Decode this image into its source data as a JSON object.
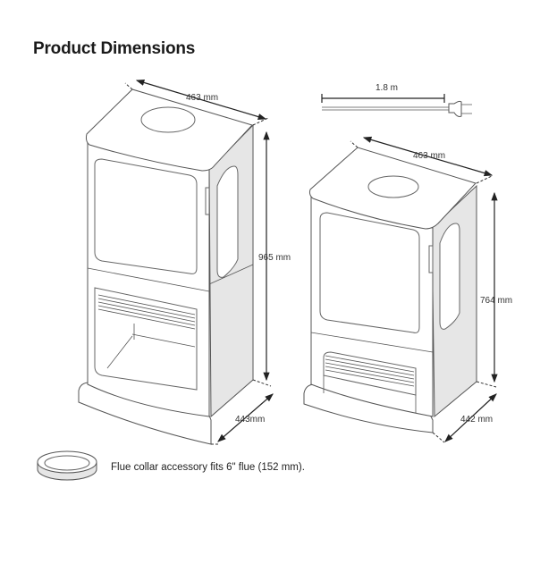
{
  "title": "Product Dimensions",
  "tall_stove": {
    "width_label": "463 mm",
    "height_label": "965 mm",
    "depth_label": "443mm"
  },
  "short_stove": {
    "cord_label": "1.8 m",
    "width_label": "463 mm",
    "height_label": "764 mm",
    "depth_label": "442 mm"
  },
  "flue_note": "Flue collar accessory fits 6\" flue (152 mm)."
}
